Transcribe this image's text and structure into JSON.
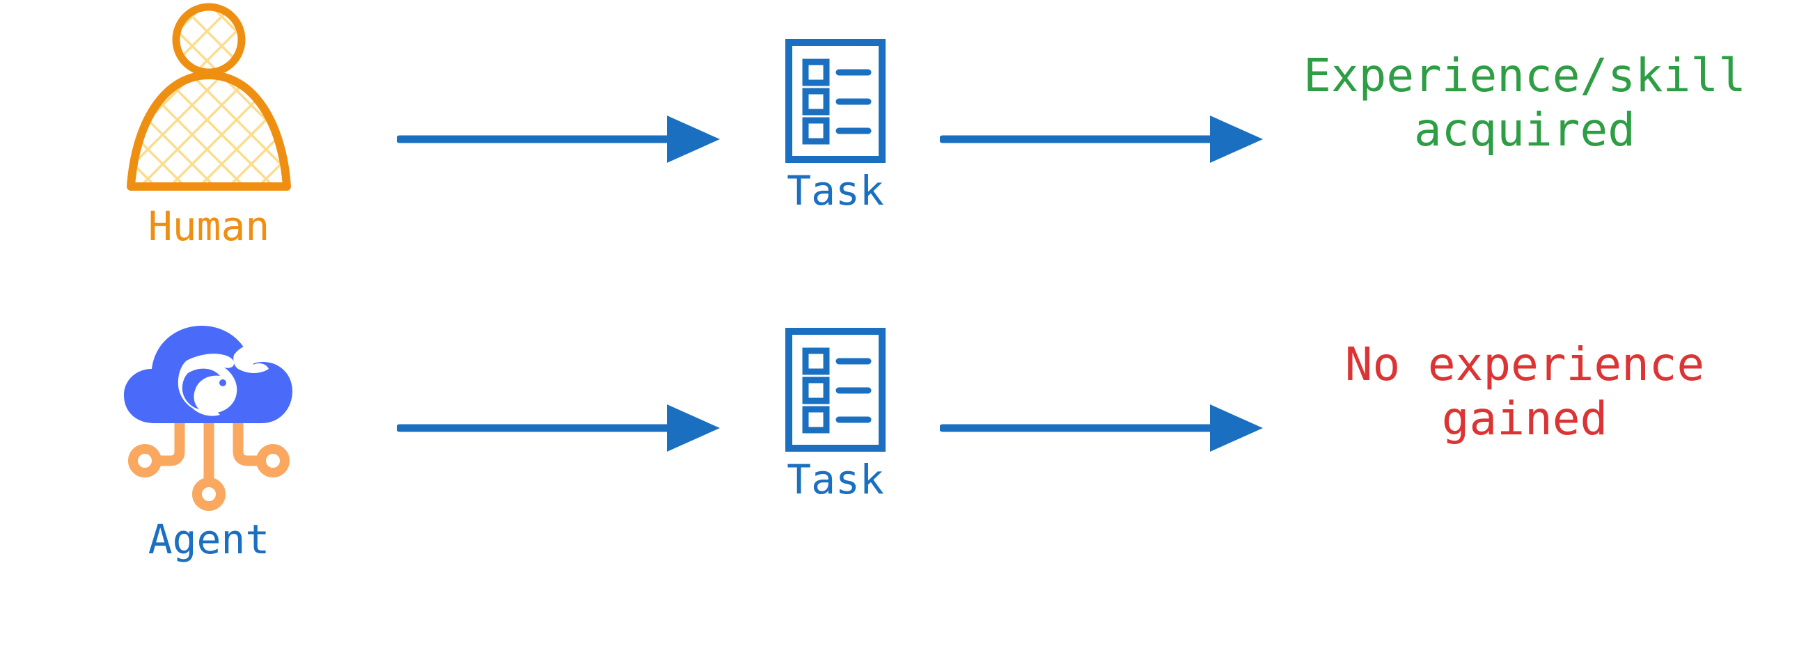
{
  "diagram": {
    "title": "Human vs Agent task experience comparison",
    "colors": {
      "arrow_blue": "#1b6fc0",
      "task_blue": "#1b6fc0",
      "human_orange": "#ef8f12",
      "human_hatch": "#fbdd8e",
      "agent_cloud_blue": "#4a6bfa",
      "agent_leg_orange": "#faa85f",
      "positive_green": "#2e9e44",
      "negative_red": "#dc3434",
      "background": "#ffffff"
    },
    "rows": [
      {
        "id": "human",
        "actor_label": "Human",
        "actor_icon": "human-figure-icon",
        "arrow1_icon": "arrow-right-icon",
        "task_label": "Task",
        "task_icon": "task-checklist-icon",
        "arrow2_icon": "arrow-right-icon",
        "outcome": "Experience/skill\nacquired",
        "outcome_kind": "positive"
      },
      {
        "id": "agent",
        "actor_label": "Agent",
        "actor_icon": "cloud-agent-whale-icon",
        "arrow1_icon": "arrow-right-icon",
        "task_label": "Task",
        "task_icon": "task-checklist-icon",
        "arrow2_icon": "arrow-right-icon",
        "outcome": "No experience\ngained",
        "outcome_kind": "negative"
      }
    ]
  }
}
